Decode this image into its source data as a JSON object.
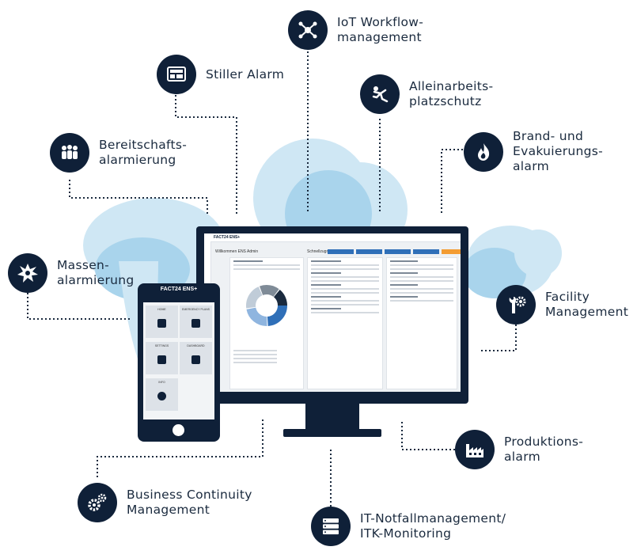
{
  "features": {
    "iot": {
      "label": "IoT Workflow-\nmanagement",
      "icon": "network-icon"
    },
    "stiller": {
      "label": "Stiller Alarm",
      "icon": "monitor-alarm-icon"
    },
    "allein": {
      "label": "Alleinarbeits-\nplatzschutz",
      "icon": "falling-person-icon"
    },
    "bereitschaft": {
      "label": "Bereitschafts-\nalarmierung",
      "icon": "group-icon"
    },
    "brand": {
      "label": "Brand- und\nEvakuierungs-\nalarm",
      "icon": "flame-icon"
    },
    "massen": {
      "label": "Massen-\nalarmierung",
      "icon": "burst-icon"
    },
    "facility": {
      "label": "Facility\nManagement",
      "icon": "wrench-gear-icon"
    },
    "produktion": {
      "label": "Produktions-\nalarm",
      "icon": "factory-icon"
    },
    "business": {
      "label": "Business Continuity\nManagement",
      "icon": "gears-icon"
    },
    "it": {
      "label": "IT-Notfallmanagement/\nITK-Monitoring",
      "icon": "server-icon"
    }
  },
  "devices": {
    "monitor": {
      "brand": "FACT24 ENS+",
      "welcome": "Willkommen ENS Admin",
      "quick": "Schnellzugriff"
    },
    "phone": {
      "brand": "FACT24 ENS+",
      "tiles": [
        "HOME",
        "EMERGENCY PLANS",
        "SETTINGS",
        "DASHBOARD",
        "INFO"
      ]
    }
  },
  "colors": {
    "navy": "#0f2038",
    "cloud": "#cfe7f4",
    "accent": "#2f6fb8"
  }
}
